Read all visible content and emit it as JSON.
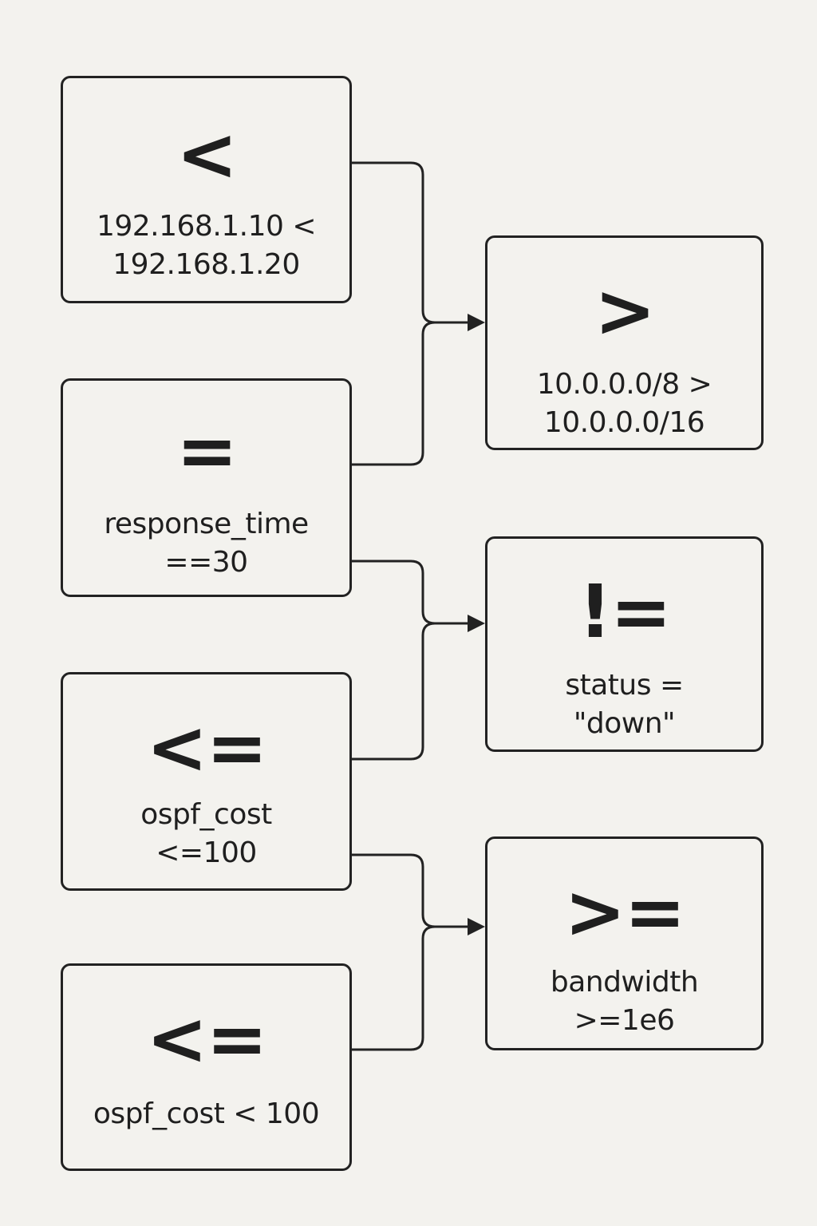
{
  "nodes": {
    "lt": {
      "symbol": "<",
      "expr_line1": "192.168.1.10 <",
      "expr_line2": "192.168.1.20"
    },
    "eq": {
      "symbol": "=",
      "expr_line1": "response_time",
      "expr_line2": "==30"
    },
    "le": {
      "symbol": "<=",
      "expr_line1": "ospf_cost",
      "expr_line2": "<=100"
    },
    "le2": {
      "symbol": "<=",
      "expr_line1": "ospf_cost < 100",
      "expr_line2": ""
    },
    "gt": {
      "symbol": ">",
      "expr_line1": "10.0.0.0/8 >",
      "expr_line2": "10.0.0.0/16"
    },
    "ne": {
      "symbol": "!=",
      "expr_line1": "status =",
      "expr_line2": "\"down\""
    },
    "ge": {
      "symbol": ">=",
      "expr_line1": "bandwidth",
      "expr_line2": ">=1e6"
    }
  },
  "edges": [
    {
      "from": "lt",
      "to": "gt"
    },
    {
      "from": "eq",
      "to": "gt"
    },
    {
      "from": "eq",
      "to": "ne"
    },
    {
      "from": "le",
      "to": "ne"
    },
    {
      "from": "le",
      "to": "ge"
    },
    {
      "from": "le2",
      "to": "ge"
    }
  ],
  "colors": {
    "background": "#f3f2ee",
    "stroke": "#222222",
    "text": "#1f1f1f"
  }
}
